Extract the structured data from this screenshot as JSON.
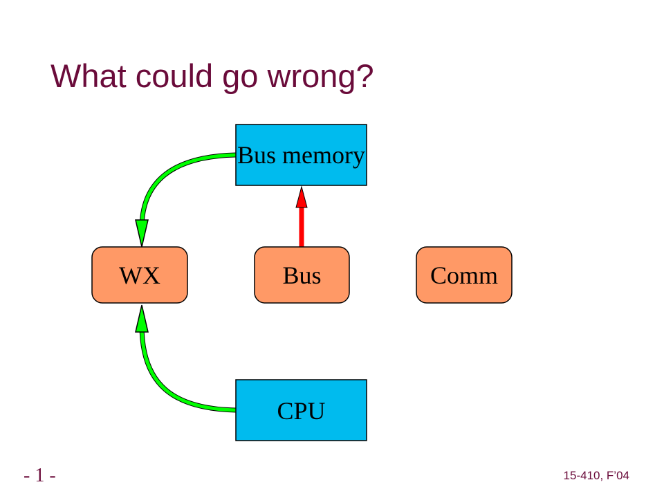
{
  "slide": {
    "title": "What could go wrong?",
    "page_number": "- 1 -",
    "course_id": "15-410, F’04"
  },
  "colors": {
    "title": "#6a0b3a",
    "blue_box": "#00bbee",
    "orange_box": "#ff9966",
    "green_arrow": "#00ff00",
    "red_arrow": "#ff0000"
  },
  "nodes": {
    "bus_memory": "Bus memory",
    "wx": "WX",
    "bus": "Bus",
    "comm": "Comm",
    "cpu": "CPU"
  }
}
